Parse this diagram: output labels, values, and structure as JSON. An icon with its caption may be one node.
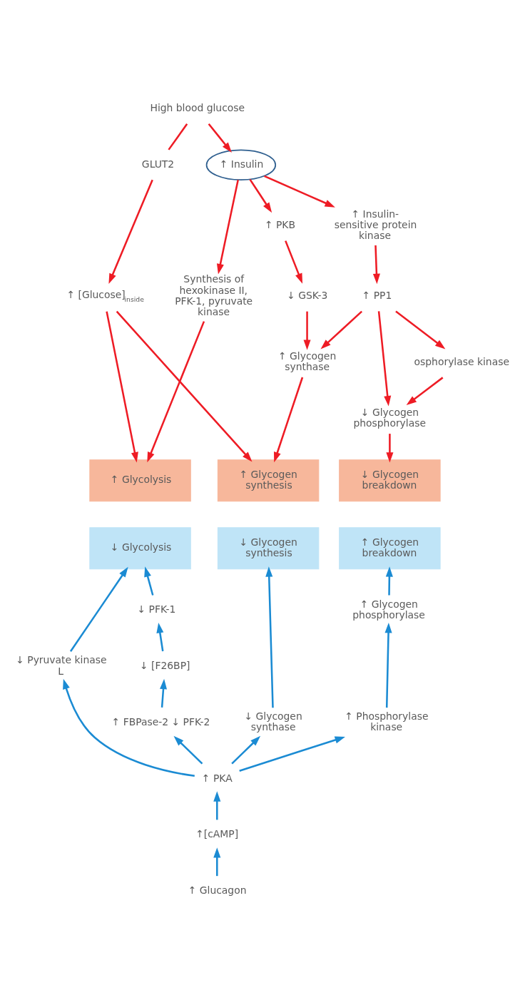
{
  "diagram": {
    "nodes": [
      {
        "text": [
          "High blood glucose"
        ]
      },
      {
        "text": [
          "↑ Insulin"
        ]
      },
      {
        "text": [
          "GLUT2"
        ]
      },
      {
        "text": [
          "↑ Insulin-sensitive protein kinase"
        ]
      },
      {
        "text": [
          "↑ PKB"
        ]
      },
      {
        "text": [
          "Synthesis of hexokinase II, PFK-1, pyruvate kinase"
        ]
      },
      {
        "text": [
          "↑ PP1"
        ]
      },
      {
        "text": [
          "↓ GSK-3"
        ]
      },
      {
        "text": [
          "↑ [Glucose]$_{inside}$"
        ]
      },
      {
        "text": [
          "osphorylase kinase"
        ]
      },
      {
        "text": [
          "↑ Glycogen synthase"
        ]
      },
      {
        "text": [
          "↓ Glycogen phosphorylase"
        ]
      },
      {
        "text": [
          "↓ Glycogen breakdown"
        ]
      },
      {
        "text": [
          "↑ Glycogen synthesis"
        ]
      },
      {
        "text": [
          "↑ Glycolysis"
        ]
      },
      {
        "text": [
          "↑ Glycogen breakdown"
        ]
      },
      {
        "text": [
          "↓ Glycogen synthesis"
        ]
      },
      {
        "text": [
          "↓ Glycolysis"
        ]
      },
      {
        "text": [
          "↑ Glycogen phosphorylase"
        ]
      },
      {
        "text": [
          "↓ Glycogen synthase"
        ]
      },
      {
        "text": [
          "↓ PFK-1"
        ]
      },
      {
        "text": [
          "↓ [F26BP]"
        ]
      },
      {
        "text": [
          "↑ Phosphorylase kinase"
        ]
      },
      {
        "text": [
          "↑ FBPase-2 ↓ PFK-2"
        ]
      },
      {
        "text": [
          "↓ Pyruvate kinase L"
        ]
      },
      {
        "text": [
          "↑ PKA"
        ]
      },
      {
        "text": [
          "↑[cAMP]"
        ]
      },
      {
        "text": [
          "↑ Glucagon"
        ]
      }
    ],
    "edges": [
      {
        "from": 0,
        "to": 1,
        "arrow": "to"
      },
      {
        "from": 0,
        "to": 2,
        "arrow": "none"
      },
      {
        "from": 1,
        "to": 3,
        "arrow": "to"
      },
      {
        "from": 1,
        "to": 4,
        "arrow": "to"
      },
      {
        "from": 1,
        "to": 5,
        "arrow": "to"
      },
      {
        "from": 3,
        "to": 6,
        "arrow": "to"
      },
      {
        "from": 4,
        "to": 7,
        "arrow": "to"
      },
      {
        "from": 2,
        "to": 8,
        "arrow": "to"
      },
      {
        "from": 6,
        "to": 9,
        "arrow": "to"
      },
      {
        "from": 6,
        "to": 11,
        "arrow": "to"
      },
      {
        "from": 6,
        "to": 10,
        "arrow": "to"
      },
      {
        "from": 7,
        "to": 10,
        "arrow": "to"
      },
      {
        "from": 9,
        "to": 11,
        "arrow": "to"
      },
      {
        "from": 11,
        "to": 12,
        "arrow": "to"
      },
      {
        "from": 10,
        "to": 13,
        "arrow": "to"
      },
      {
        "from": 8,
        "to": 13,
        "arrow": "to"
      },
      {
        "from": 5,
        "to": 14,
        "arrow": "to"
      },
      {
        "from": 8,
        "to": 14,
        "arrow": "to"
      },
      {
        "from": 18,
        "to": 15,
        "arrow": "to",
        "color": "#1b8bd3"
      },
      {
        "from": 19,
        "to": 16,
        "arrow": "to",
        "color": "#1b8bd3"
      },
      {
        "from": 20,
        "to": 17,
        "arrow": "to",
        "color": "#1b8bd3"
      },
      {
        "from": 24,
        "to": 17,
        "arrow": "to",
        "color": "#1b8bd3"
      },
      {
        "from": 22,
        "to": 18,
        "arrow": "to",
        "color": "#1b8bd3"
      },
      {
        "from": 25,
        "to": 19,
        "arrow": "to",
        "color": "#1b8bd3"
      },
      {
        "from": 21,
        "to": 20,
        "arrow": "to",
        "color": "#1b8bd3"
      },
      {
        "from": 23,
        "to": 21,
        "arrow": "to",
        "color": "#1b8bd3"
      },
      {
        "from": 25,
        "to": 22,
        "arrow": "to",
        "color": "#1b8bd3"
      },
      {
        "from": 25,
        "to": 23,
        "arrow": "to",
        "color": "#1b8bd3"
      },
      {
        "from": 25,
        "to": 24,
        "arrow": "to",
        "color": "#1b8bd3"
      },
      {
        "from": 26,
        "to": 25,
        "arrow": "to",
        "color": "#1b8bd3"
      },
      {
        "from": 27,
        "to": 26,
        "arrow": "to",
        "color": "#1b8bd3"
      }
    ]
  }
}
